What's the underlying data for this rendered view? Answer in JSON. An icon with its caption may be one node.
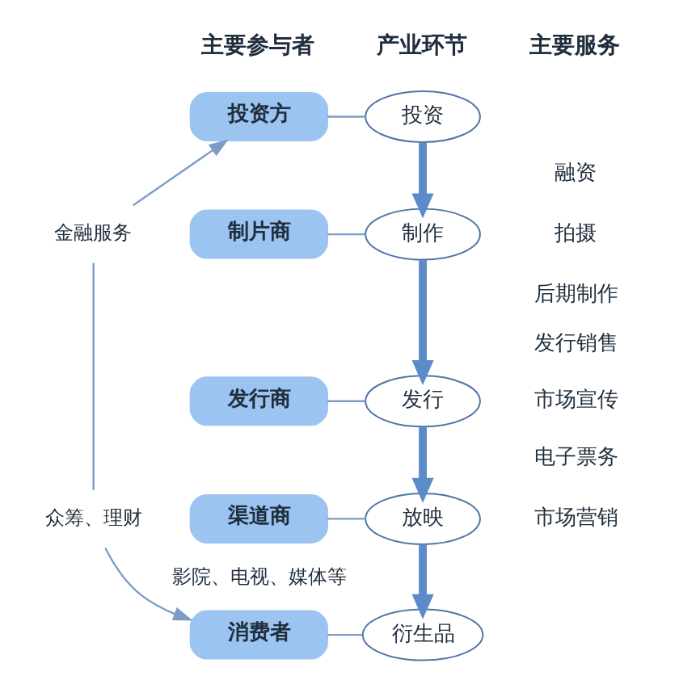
{
  "diagram": {
    "nodes": [
      {
        "text": [
          "投资方"
        ]
      },
      {
        "text": [
          "投资"
        ]
      },
      {
        "text": [
          "制片商"
        ]
      },
      {
        "text": [
          "制作"
        ]
      },
      {
        "text": [
          "发行商"
        ]
      },
      {
        "text": [
          "发行"
        ]
      },
      {
        "text": [
          "渠道商"
        ],
        "beside": [
          "影院、电视、媒体等"
        ]
      },
      {
        "text": [
          "放映"
        ]
      },
      {
        "text": [
          "消费者"
        ]
      },
      {
        "text": [
          "衍生品"
        ]
      },
      {
        "text": [
          "金融服务"
        ]
      },
      {
        "text": [
          "众筹、理财"
        ]
      }
    ],
    "edges": [
      {
        "from": 0,
        "to": 1,
        "arrow": "none"
      },
      {
        "from": 1,
        "to": 3,
        "arrow": "to",
        "style": "thick",
        "color": "#5b8bc8"
      },
      {
        "from": 2,
        "to": 3,
        "arrow": "none"
      },
      {
        "from": 3,
        "to": 5,
        "arrow": "to",
        "style": "thick",
        "color": "#5b8bc8"
      },
      {
        "from": 4,
        "to": 5,
        "arrow": "none"
      },
      {
        "from": 5,
        "to": 7,
        "arrow": "to",
        "style": "thick",
        "color": "#5b8bc8"
      },
      {
        "from": 6,
        "to": 7,
        "arrow": "none"
      },
      {
        "from": 7,
        "to": 9,
        "arrow": "to",
        "style": "thick",
        "color": "#5b8bc8"
      },
      {
        "from": 8,
        "to": 9,
        "arrow": "none"
      },
      {
        "from": 10,
        "to": 0,
        "arrow": "to"
      },
      {
        "from": 10,
        "to": 11,
        "arrow": "none"
      },
      {
        "from": 11,
        "to": 8,
        "arrow": "to"
      }
    ],
    "labels": [
      "主要参与者",
      "产业环节",
      "主要服务",
      "融资",
      "拍摄",
      "后期制作",
      "发行销售",
      "市场宣传",
      "电子票务",
      "市场营销"
    ]
  }
}
